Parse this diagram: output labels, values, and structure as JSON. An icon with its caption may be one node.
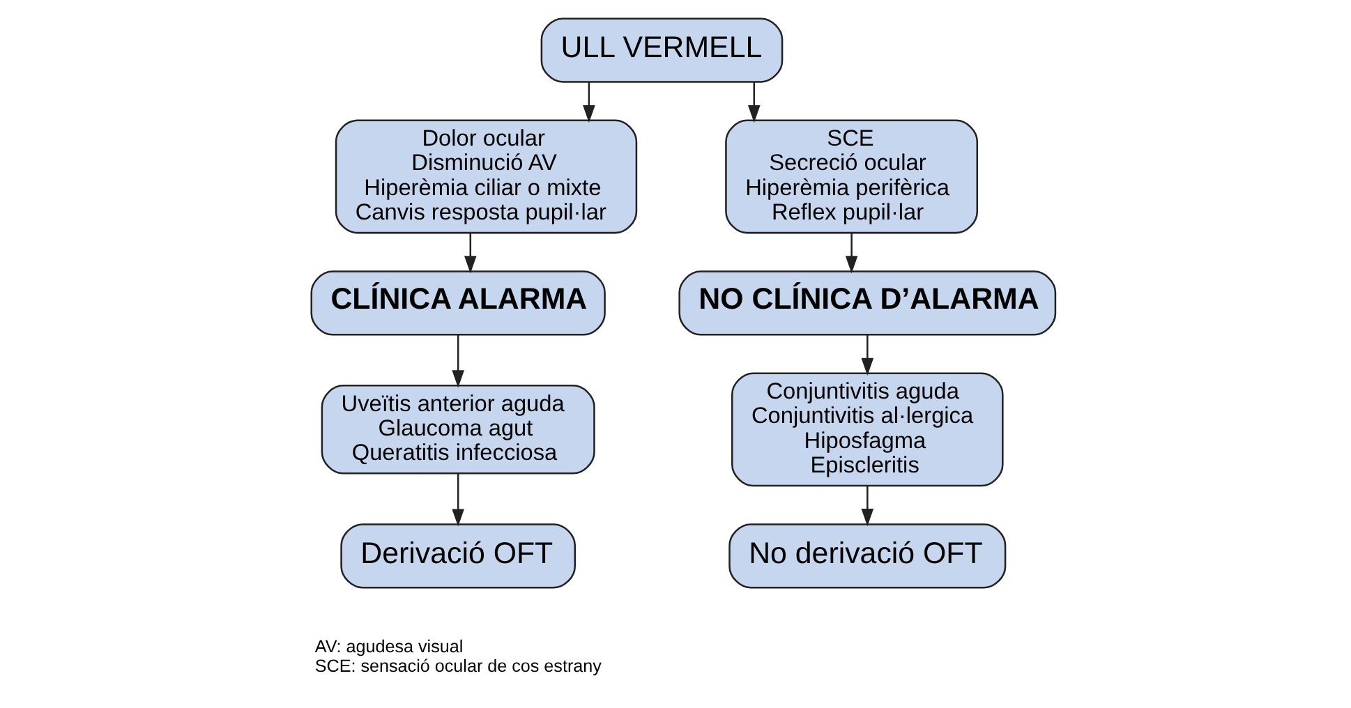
{
  "diagram": {
    "nodes": [
      {
        "text": [
          "ULL VERMELL"
        ]
      },
      {
        "text": [
          "Dolor ocular",
          "Disminució AV",
          "Hiperèmia ciliar o mixte",
          "Canvis resposta pupil·lar"
        ]
      },
      {
        "text": [
          "SCE",
          "Secreció ocular",
          "Hiperèmia perifèrica",
          "Reflex pupil·lar"
        ]
      },
      {
        "text": [
          "CLÍNICA ALARMA"
        ]
      },
      {
        "text": [
          "NO CLÍNICA D’ALARMA"
        ]
      },
      {
        "text": [
          "Uveïtis anterior aguda",
          "Glaucoma agut",
          "Queratitis infecciosa"
        ]
      },
      {
        "text": [
          "Conjuntivitis aguda",
          "Conjuntivitis al·lergica",
          "Hiposfagma",
          "Episcleritis"
        ]
      },
      {
        "text": [
          "Derivació OFT"
        ]
      },
      {
        "text": [
          "No derivació OFT"
        ]
      }
    ],
    "edges": [
      {
        "from": 0,
        "to": 1,
        "arrow": "to"
      },
      {
        "from": 0,
        "to": 2,
        "arrow": "to"
      },
      {
        "from": 1,
        "to": 3,
        "arrow": "to"
      },
      {
        "from": 2,
        "to": 4,
        "arrow": "to"
      },
      {
        "from": 3,
        "to": 5,
        "arrow": "to"
      },
      {
        "from": 4,
        "to": 6,
        "arrow": "to"
      },
      {
        "from": 5,
        "to": 7,
        "arrow": "to"
      },
      {
        "from": 6,
        "to": 8,
        "arrow": "to"
      }
    ],
    "labels": [
      "AV: agudesa visual",
      "SCE: sensació ocular de cos estrany"
    ]
  }
}
